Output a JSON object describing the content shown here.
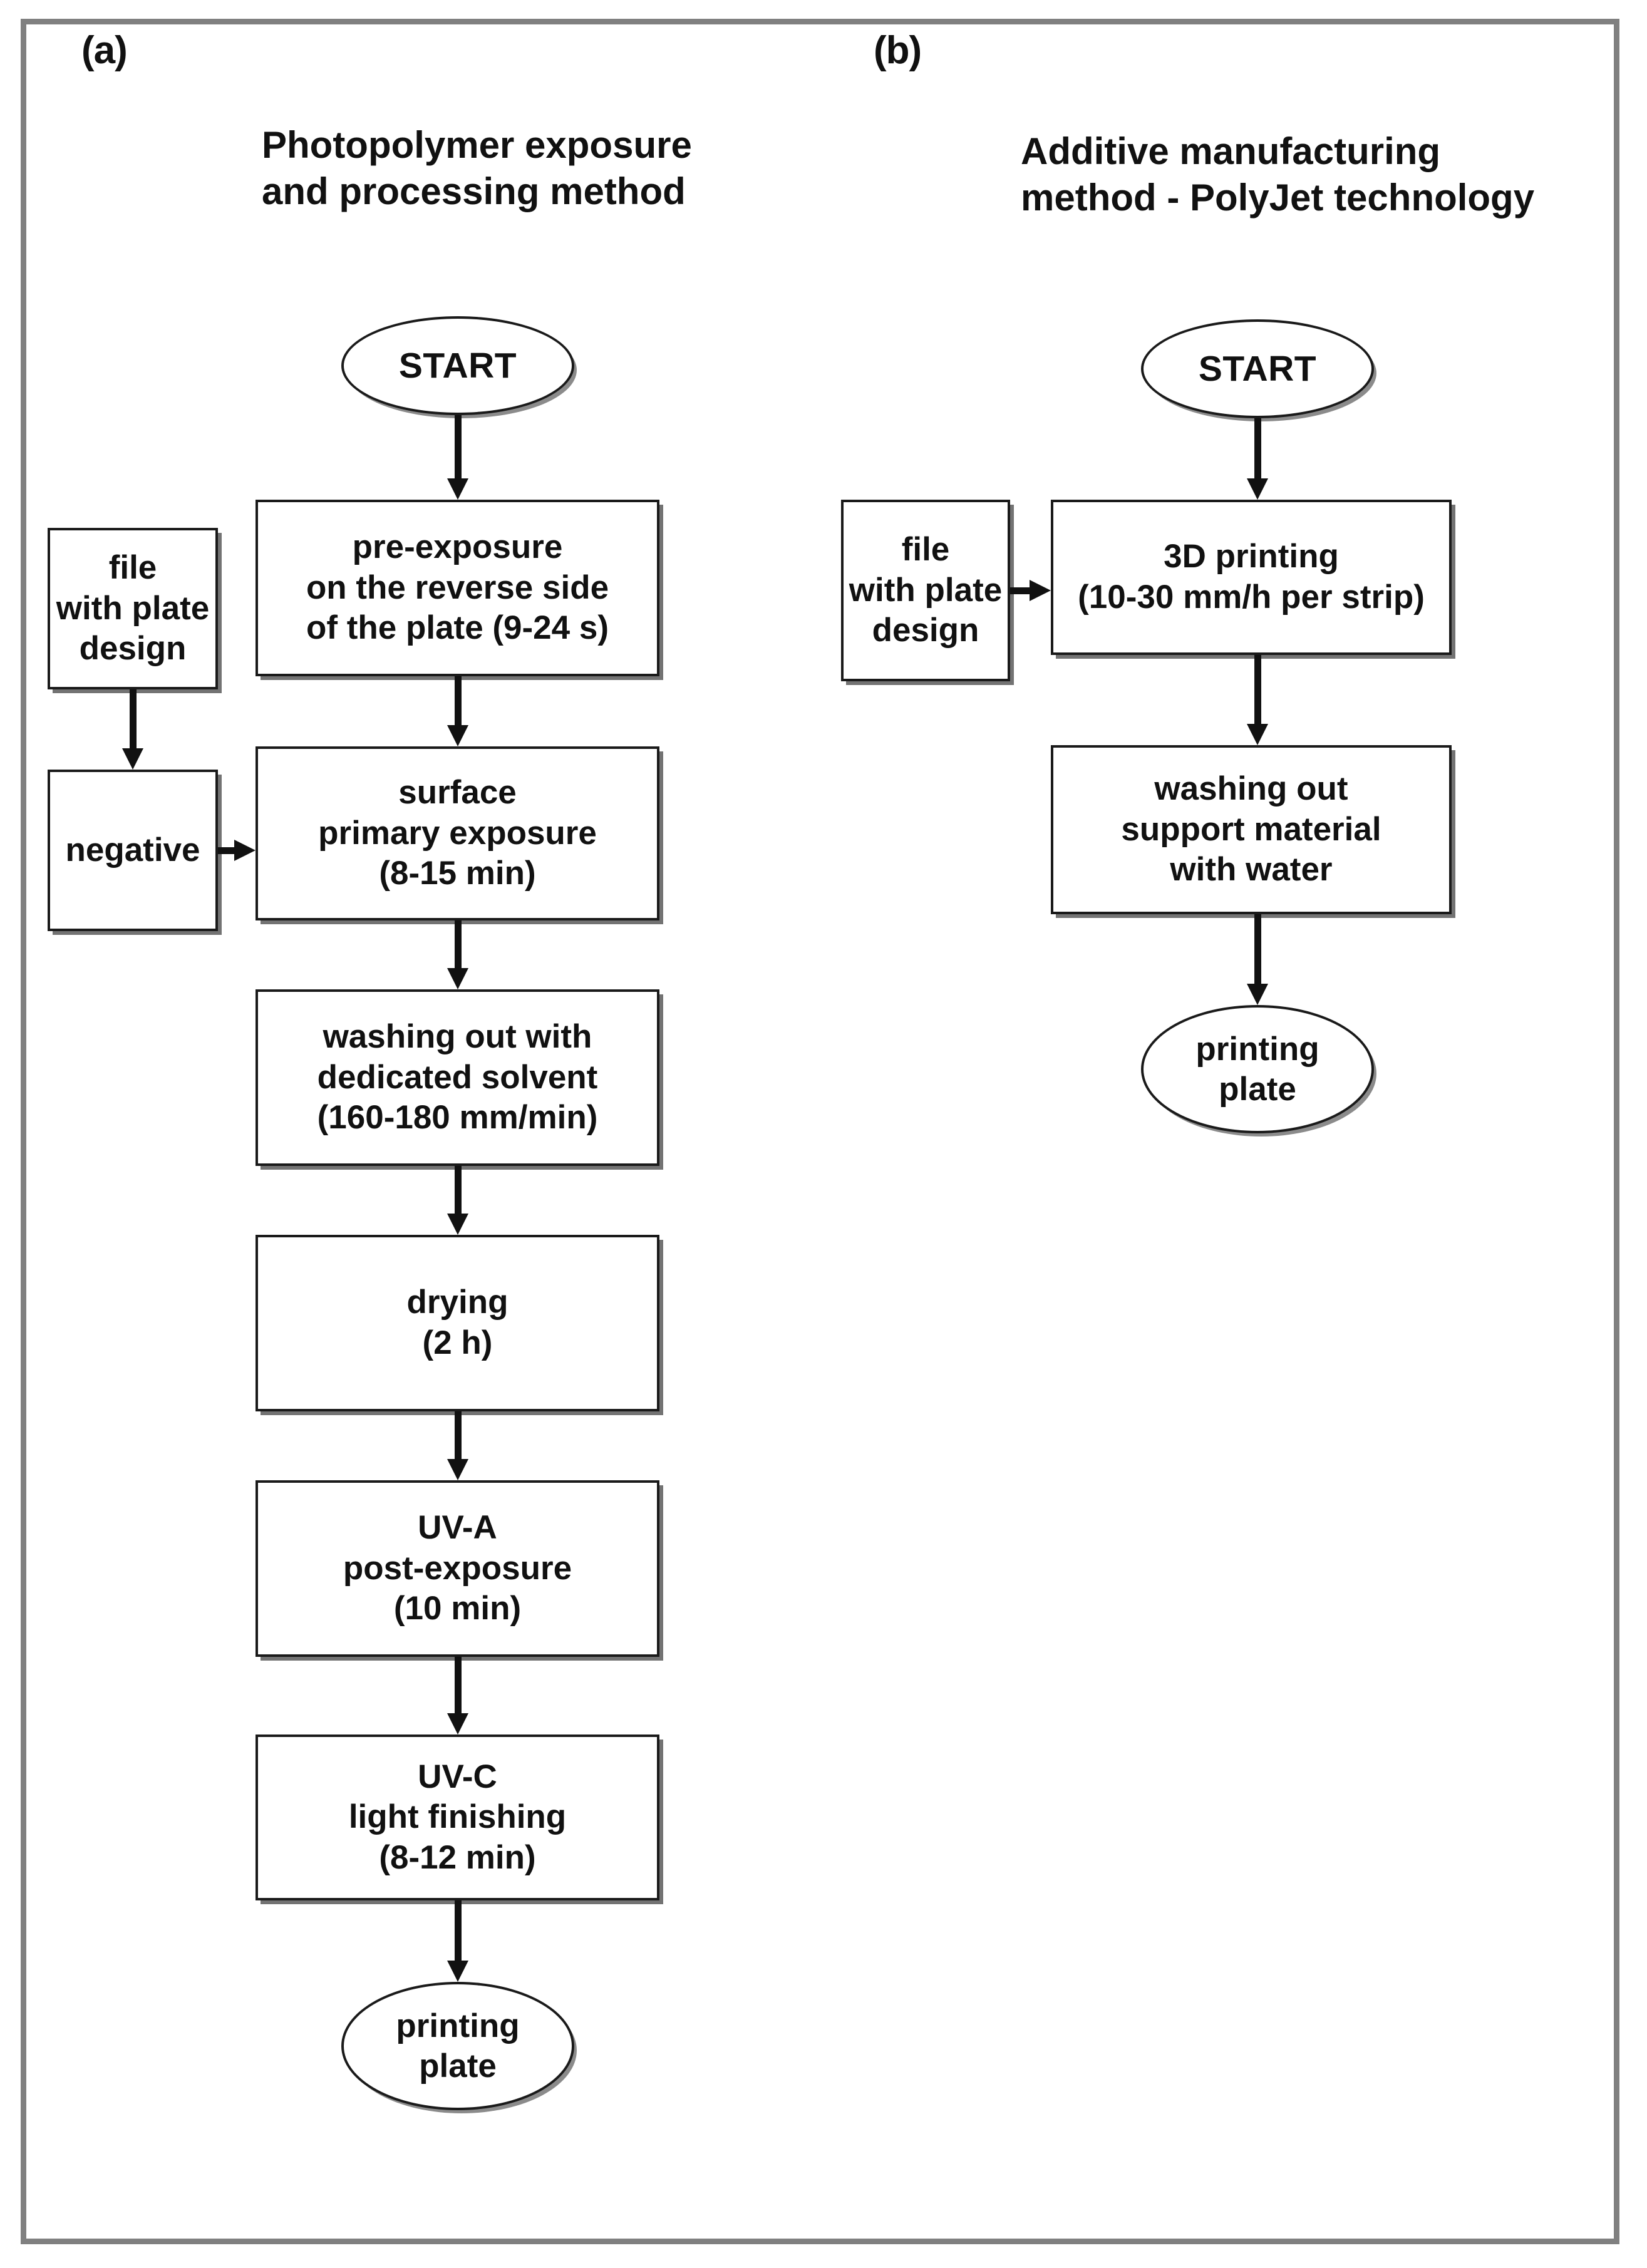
{
  "figure": {
    "frame_color": "#808080",
    "background": "#ffffff",
    "node_border_color": "#1a1a1a",
    "text_color": "#111111"
  },
  "panel_a": {
    "letter": "(a)",
    "heading": "Photopolymer exposure\nand processing method",
    "start": "START",
    "file_box": "file\nwith plate\ndesign",
    "negative_box": "negative",
    "steps": [
      "pre-exposure\non the reverse side\nof the plate (9-24 s)",
      "surface\nprimary exposure\n(8-15 min)",
      "washing out with\ndedicated solvent\n(160-180 mm/min)",
      "drying\n(2 h)",
      "UV-A\npost-exposure\n(10 min)",
      "UV-C\nlight finishing\n(8-12 min)"
    ],
    "end": "printing\nplate"
  },
  "panel_b": {
    "letter": "(b)",
    "heading": "Additive manufacturing\nmethod - PolyJet technology",
    "start": "START",
    "file_box": "file\nwith plate\ndesign",
    "steps": [
      "3D printing\n(10-30 mm/h per strip)",
      "washing out\nsupport material\nwith water"
    ],
    "end": "printing\nplate"
  }
}
